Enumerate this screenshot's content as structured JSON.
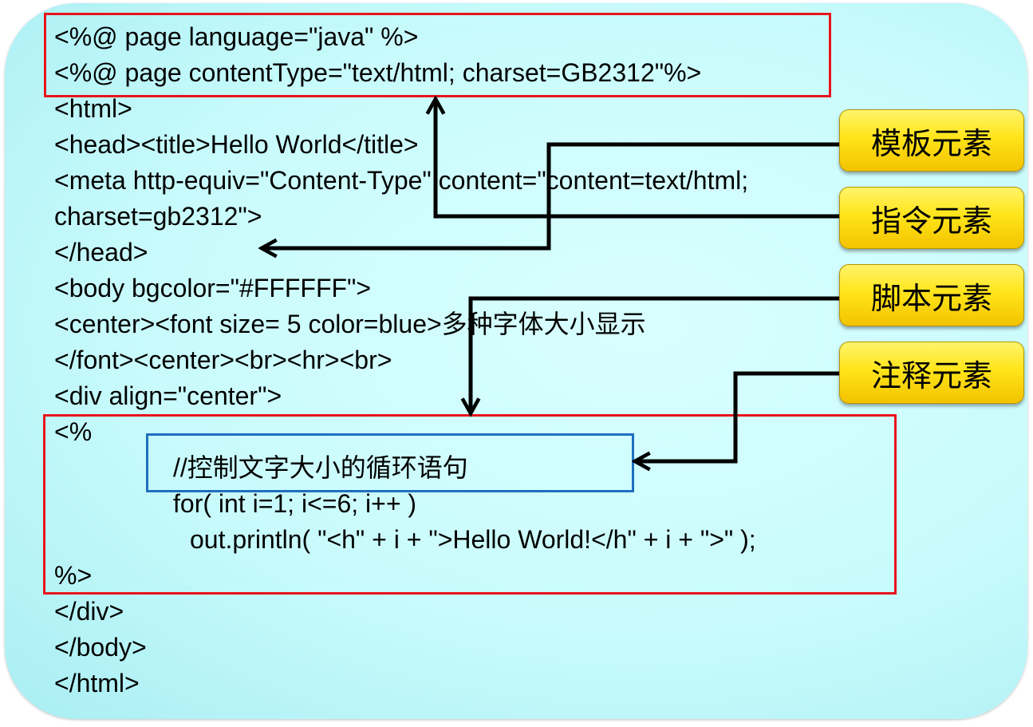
{
  "code_lines": [
    "<%@ page language=\"java\" %>",
    "<%@ page contentType=\"text/html; charset=GB2312\"%>",
    "<html>",
    "<head><title>Hello World</title>",
    "<meta http-equiv=\"Content-Type\" content=\"content=text/html;",
    "charset=gb2312\">",
    "</head>",
    "<body bgcolor=\"#FFFFFF\">",
    "<center><font size= 5 color=blue>多种字体大小显示",
    "</font><center><br><hr><br>",
    "<div align=\"center\">",
    "<%",
    "//控制文字大小的循环语句",
    "for( int i=1; i<=6; i++ )",
    "out.println( \"<h\" + i + \">Hello World!</h\" + i + \">\" );",
    "%>",
    "</div>",
    "</body>",
    "</html>"
  ],
  "labels": {
    "template": "模板元素",
    "directive": "指令元素",
    "script": "脚本元素",
    "comment": "注释元素"
  },
  "colors": {
    "panel": "#c9fbfc",
    "red_box": "#e8141b",
    "blue_box": "#1f6fc0",
    "label_fill": "#ffe51a"
  }
}
